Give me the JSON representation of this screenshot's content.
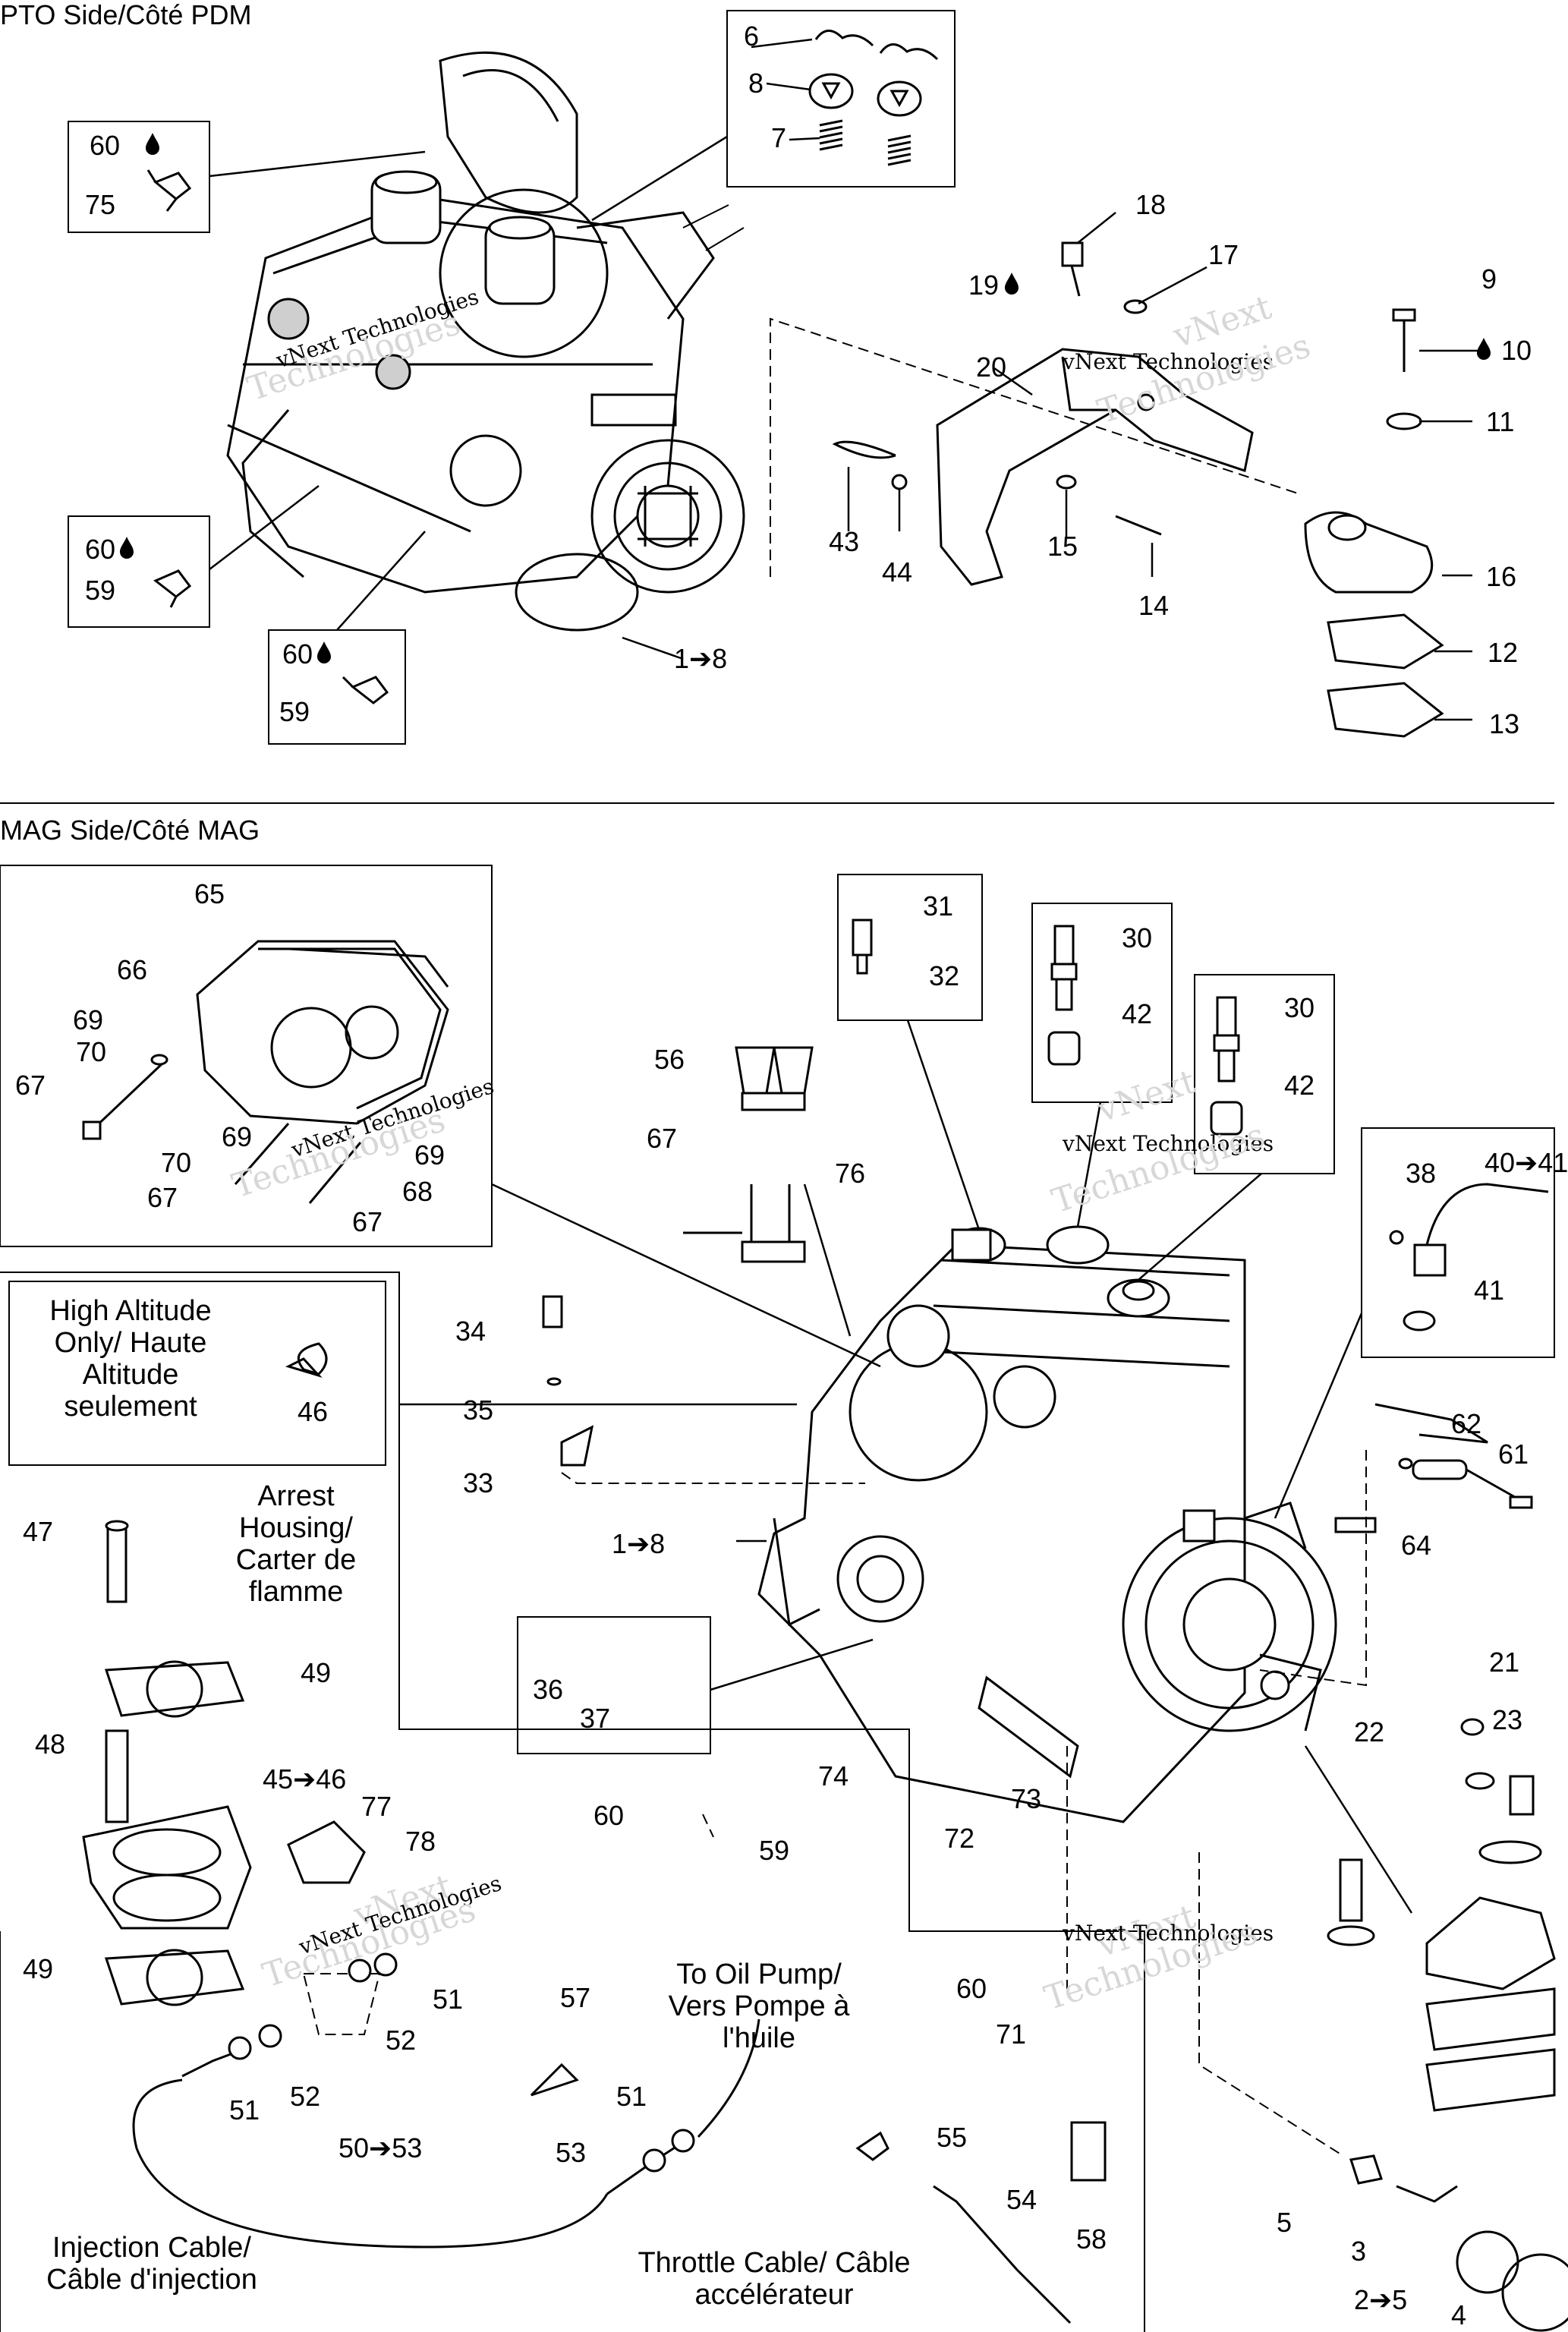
{
  "sections": {
    "pto": "PTO Side/Côté PDM",
    "mag": "MAG Side/Côté MAG"
  },
  "notes": {
    "high_altitude": "High Altitude Only/ Haute Altitude seulement",
    "arrest_housing": "Arrest Housing/ Carter de flamme",
    "to_oil_pump": "To Oil Pump/ Vers Pompe à l'huile",
    "injection_cable": "Injection Cable/ Câble d'injection",
    "throttle_cable": "Throttle Cable/ Câble accélérateur"
  },
  "watermark": {
    "brand": "vNext Technologies",
    "line1": "vNext",
    "line2": "Technologies"
  },
  "callouts": {
    "c6": "6",
    "c8": "8",
    "c7": "7",
    "c60a": "60",
    "c75": "75",
    "c18": "18",
    "c17": "17",
    "c19": "19",
    "c9": "9",
    "c10": "10",
    "c11": "11",
    "c20": "20",
    "c43": "43",
    "c44": "44",
    "c15": "15",
    "c14": "14",
    "c16": "16",
    "c12": "12",
    "c13": "13",
    "c60b": "60",
    "c59a": "59",
    "c60c": "60",
    "c59b": "59",
    "c1to8a": "1➔8",
    "c65": "65",
    "c66": "66",
    "c69a": "69",
    "c70a": "70",
    "c67a": "67",
    "c69b": "69",
    "c70b": "70",
    "c67b": "67",
    "c69c": "69",
    "c68": "68",
    "c67c": "67",
    "c31": "31",
    "c32": "32",
    "c30a": "30",
    "c42a": "42",
    "c30b": "30",
    "c42b": "42",
    "c56": "56",
    "c67d": "67",
    "c76": "76",
    "c38": "38",
    "c40": "40➔41",
    "c41": "41",
    "c46": "46",
    "c34": "34",
    "c35": "35",
    "c33": "33",
    "c62": "62",
    "c61": "61",
    "c64": "64",
    "c47": "47",
    "c1to8b": "1➔8",
    "c49a": "49",
    "c36": "36",
    "c37": "37",
    "c21": "21",
    "c22": "22",
    "c23": "23",
    "c48": "48",
    "c74": "74",
    "c73": "73",
    "c45": "45➔46",
    "c77": "77",
    "c78": "78",
    "c72": "72",
    "c60d": "60",
    "c59c": "59",
    "c49b": "49",
    "c51a": "51",
    "c52a": "52",
    "c57": "57",
    "c60e": "60",
    "c71": "71",
    "c51b": "51",
    "c52b": "52",
    "c51c": "51",
    "c50": "50➔53",
    "c53": "53",
    "c55": "55",
    "c54": "54",
    "c58": "58",
    "c5": "5",
    "c3": "3",
    "c2to5": "2➔5",
    "c4": "4"
  }
}
